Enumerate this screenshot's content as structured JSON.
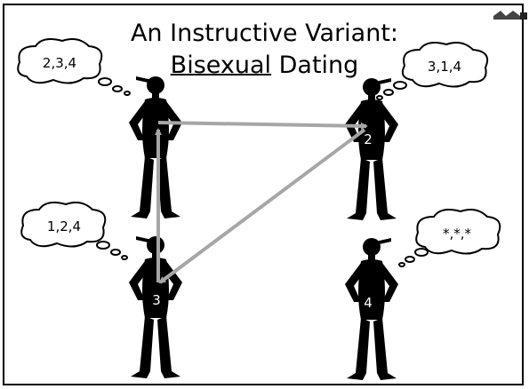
{
  "title": {
    "line1": "An Instructive Variant:",
    "line2_underlined": "Bisexual",
    "line2_rest": " Dating"
  },
  "people": [
    {
      "number": "",
      "preference": "2,3,4"
    },
    {
      "number": "2",
      "preference": "3,1,4"
    },
    {
      "number": "3",
      "preference": "1,2,4"
    },
    {
      "number": "4",
      "preference": "*,*,*"
    }
  ],
  "colors": {
    "figure": "#000000",
    "arrow": "#a6a6a6",
    "background": "#ffffff",
    "label": "#ffffff"
  },
  "icons": {
    "corner_logo": "corner-logo-icon"
  }
}
